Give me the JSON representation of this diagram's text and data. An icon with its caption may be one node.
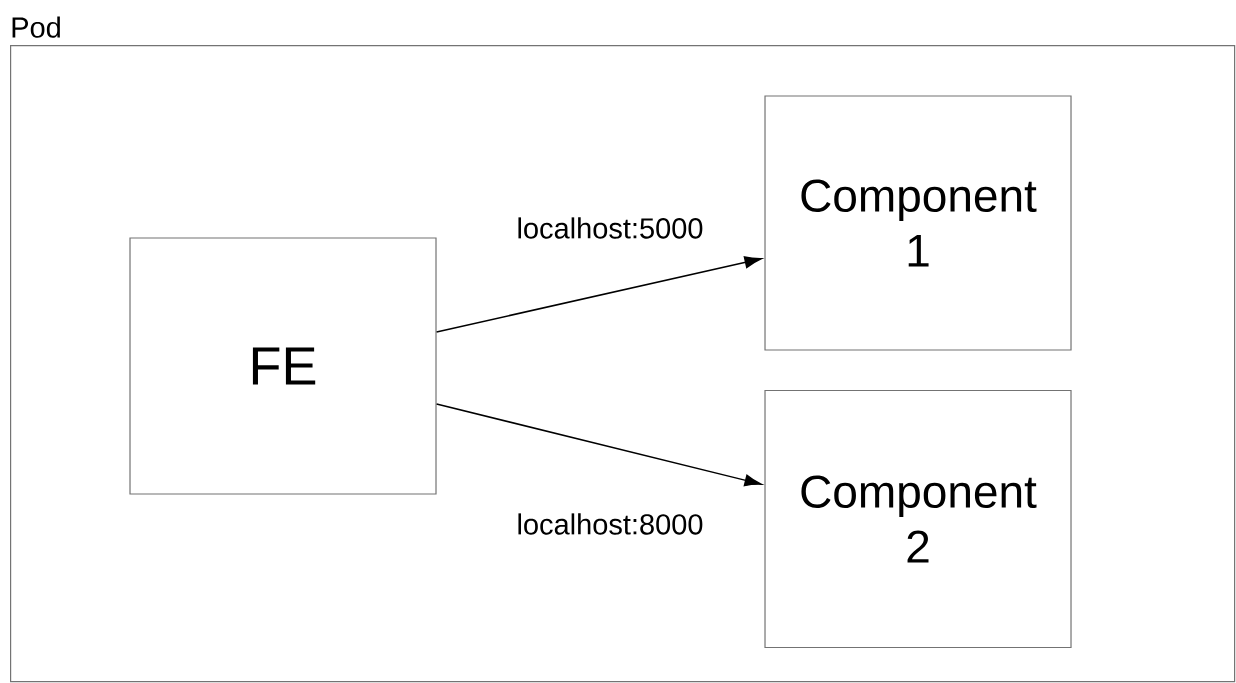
{
  "diagram": {
    "nodes": [
      {
        "text": [
          "Pod"
        ]
      },
      {
        "text": [
          "FE"
        ],
        "in": 0
      },
      {
        "text": [
          "Component 1"
        ],
        "in": 0
      },
      {
        "text": [
          "Component 2"
        ],
        "in": 0
      }
    ],
    "edges": [
      {
        "from": 1,
        "to": 2,
        "arrow": "to",
        "label": "localhost:5000"
      },
      {
        "from": 1,
        "to": 3,
        "arrow": "to",
        "label": "localhost:8000"
      }
    ]
  }
}
